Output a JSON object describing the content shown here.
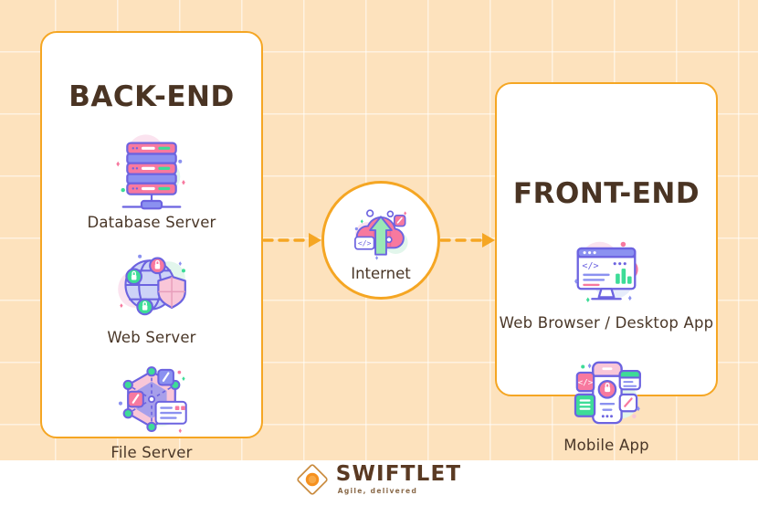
{
  "background": {
    "grid_color": "#fde2bd",
    "grid_line_color": "#ffffff",
    "footer_color": "#ffffff"
  },
  "theme": {
    "accent": "#f5a623",
    "panel_bg": "#ffffff",
    "text": "#4a3728",
    "title_text": "#4a3423",
    "icon_pink": "#f7799f",
    "icon_blue": "#6c63e0",
    "icon_green": "#3ddc97",
    "icon_lavender": "#8b91f0"
  },
  "backend": {
    "title": "BACK-END",
    "items": [
      {
        "label": "Database Server",
        "icon": "database-server-icon"
      },
      {
        "label": "Web Server",
        "icon": "web-server-icon"
      },
      {
        "label": "File Server",
        "icon": "file-server-icon"
      }
    ]
  },
  "internet": {
    "label": "Internet",
    "icon": "cloud-upload-icon"
  },
  "frontend": {
    "title": "FRONT-END",
    "items": [
      {
        "label": "Web Browser / Desktop App",
        "icon": "desktop-browser-icon"
      },
      {
        "label": "Mobile App",
        "icon": "mobile-app-icon"
      }
    ]
  },
  "connectors": [
    {
      "name": "backend-to-internet",
      "style": "dashed-arrow-right",
      "color": "#f5a623"
    },
    {
      "name": "internet-to-frontend",
      "style": "dashed-arrow-right",
      "color": "#f5a623"
    }
  ],
  "footer": {
    "logo_mark": "diamond-sun-logo-icon",
    "wordmark": "SWIFTLET",
    "tagline": "Agile, delivered",
    "mark_color": "#f5901e"
  }
}
